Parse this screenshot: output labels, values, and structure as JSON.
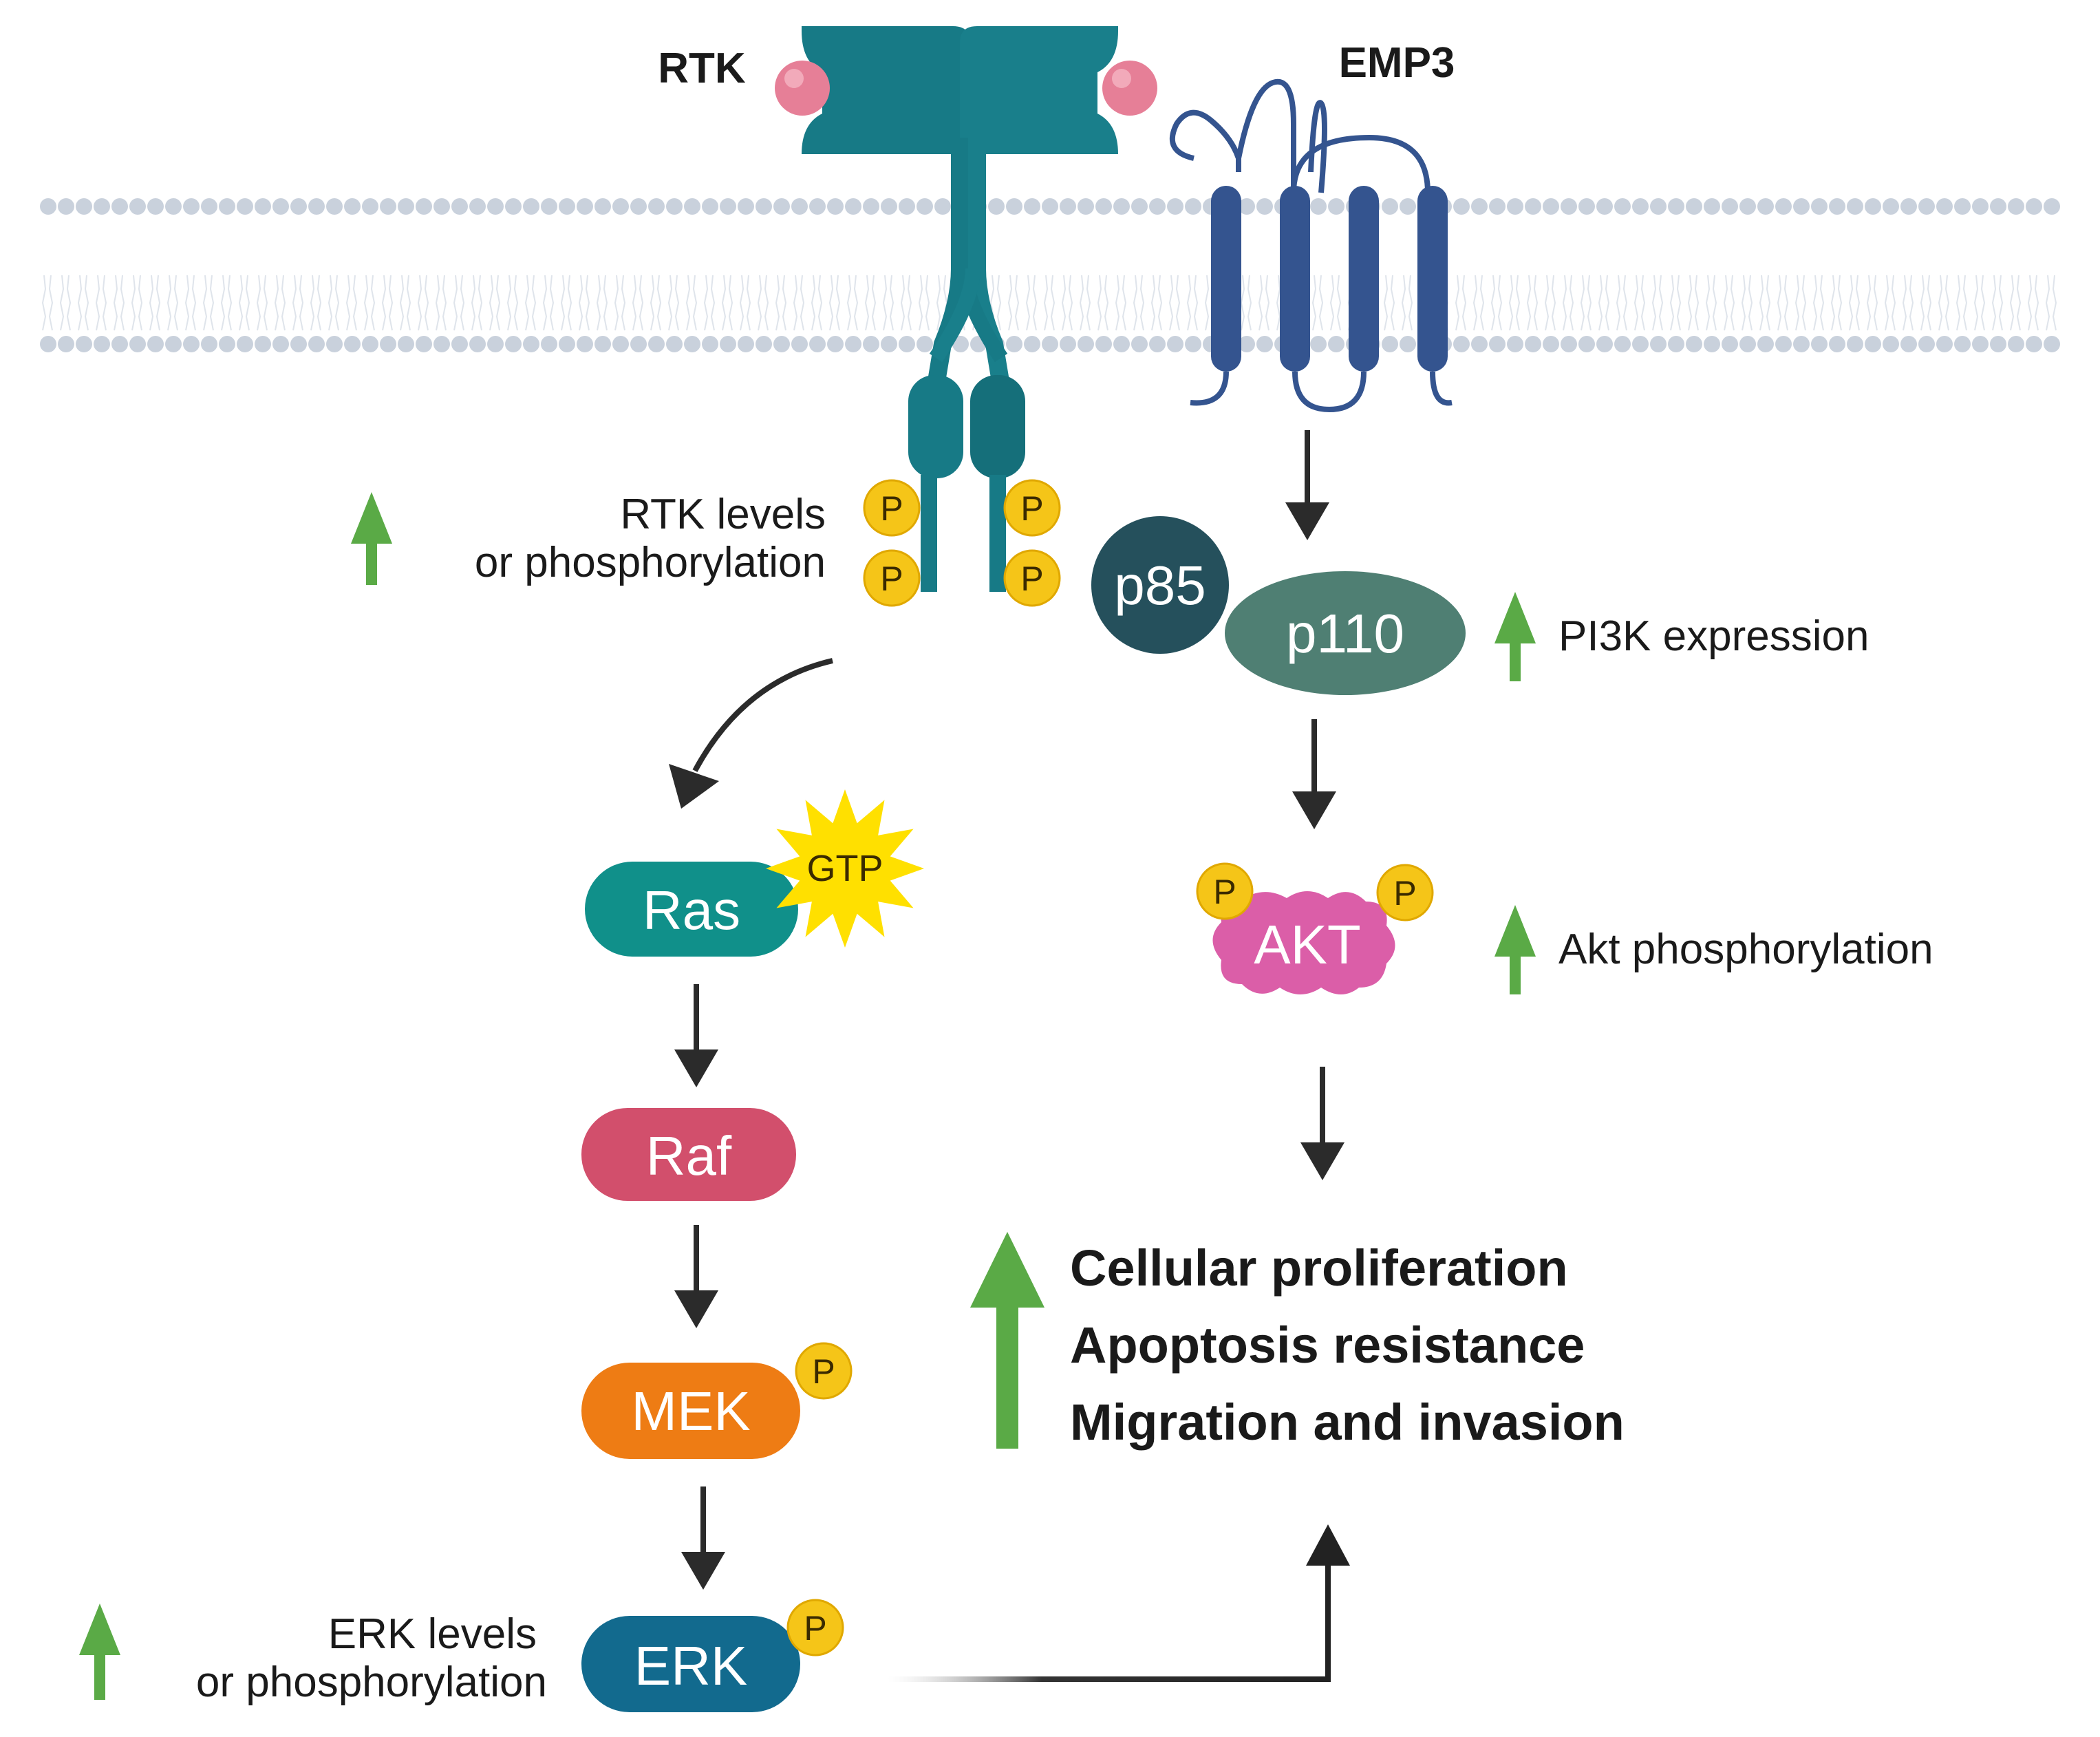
{
  "labels": {
    "rtk": "RTK",
    "emp3": "EMP3",
    "rtk_levels_line1": "RTK levels",
    "rtk_levels_line2": "or phosphorylation",
    "pi3k_expression": "PI3K expression",
    "akt_phosphorylation": "Akt phosphorylation",
    "erk_levels_line1": "ERK levels",
    "erk_levels_line2": "or phosphorylation"
  },
  "nodes": {
    "p85": "p85",
    "p110": "p110",
    "ras": "Ras",
    "gtp": "GTP",
    "raf": "Raf",
    "mek": "MEK",
    "erk": "ERK",
    "akt": "AKT"
  },
  "phospho_label": "P",
  "outcomes": [
    "Cellular proliferation",
    "Apoptosis resistance",
    "Migration and invasion"
  ],
  "colors": {
    "rtk": "#177a86",
    "emp3": "#34548f",
    "ligand": "#e67f97",
    "phospho": "#f5c518",
    "p85": "#25505c",
    "p110": "#4f7f73",
    "ras": "#10908a",
    "gtp_star": "#ffe000",
    "raf": "#d24f6c",
    "mek": "#ee7c14",
    "erk": "#126a8e",
    "akt": "#db5ea8",
    "up_arrow": "#5aaa46",
    "membrane": "#c9d1dc"
  }
}
